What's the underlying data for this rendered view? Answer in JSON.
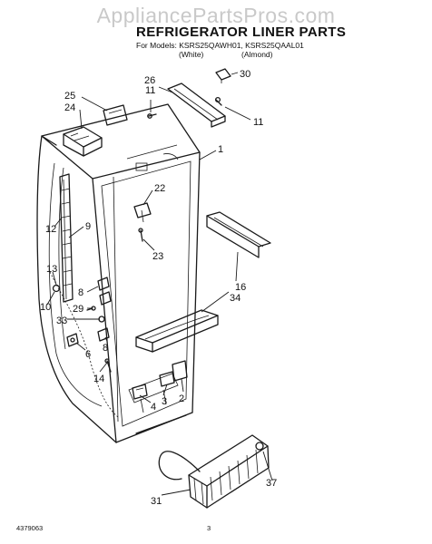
{
  "watermark": "AppliancePartsPros.com",
  "title": "REFRIGERATOR LINER PARTS",
  "models": "For Models: KSRS25QAWH01, KSRS25QAAL01",
  "variants": [
    "(White)",
    "(Almond)"
  ],
  "footer": {
    "doc_number": "4379063",
    "page": "3"
  },
  "callouts": [
    "30",
    "26",
    "11",
    "25",
    "24",
    "11",
    "1",
    "22",
    "12",
    "9",
    "23",
    "16",
    "34",
    "13",
    "8",
    "10",
    "29",
    "33",
    "8",
    "6",
    "14",
    "3",
    "2",
    "4",
    "37",
    "31"
  ]
}
